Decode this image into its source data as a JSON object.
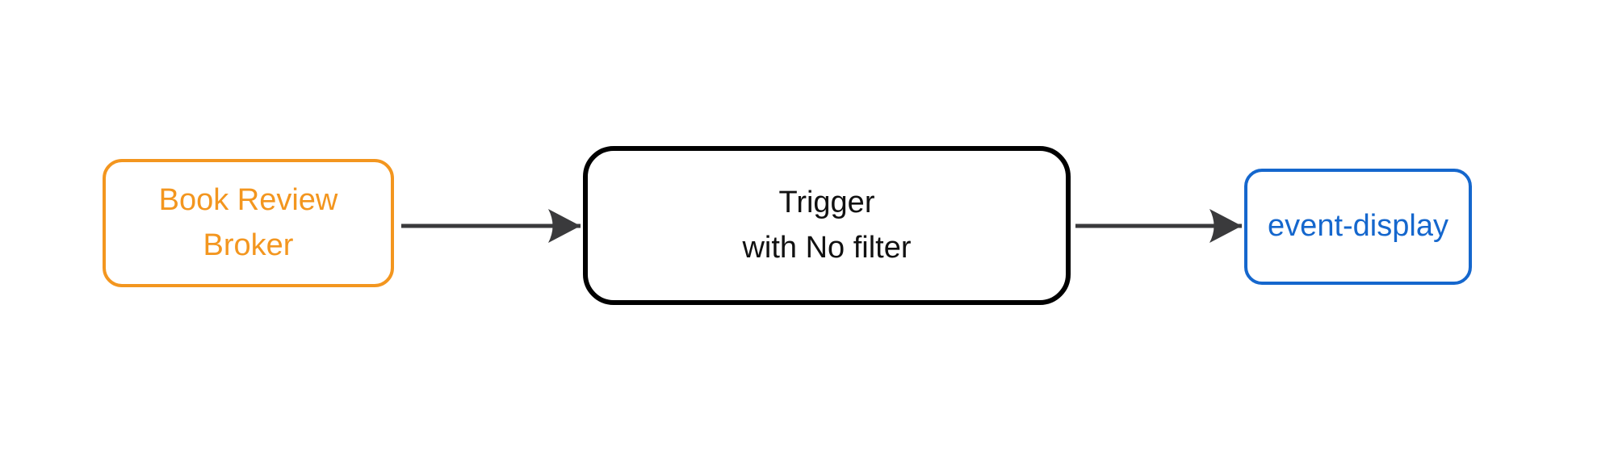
{
  "diagram": {
    "background": "#ffffff",
    "nodes": [
      {
        "id": "book-review-broker",
        "shape": "rounded-rect",
        "lines": [
          "Book Review",
          "Broker"
        ],
        "border_color": "#F3961F",
        "text_color": "#F3961F"
      },
      {
        "id": "trigger",
        "shape": "rounded-rect",
        "lines": [
          "Trigger",
          "with No filter"
        ],
        "border_color": "#000000",
        "text_color": "#111111"
      },
      {
        "id": "event-display",
        "shape": "rounded-rect",
        "lines": [
          "event-display"
        ],
        "border_color": "#1567CD",
        "text_color": "#1567CD"
      }
    ],
    "edges": [
      {
        "from": "book-review-broker",
        "to": "trigger",
        "color": "#3A3A3C",
        "arrowhead": "filled-stealth"
      },
      {
        "from": "trigger",
        "to": "event-display",
        "color": "#3A3A3C",
        "arrowhead": "filled-stealth"
      }
    ]
  }
}
